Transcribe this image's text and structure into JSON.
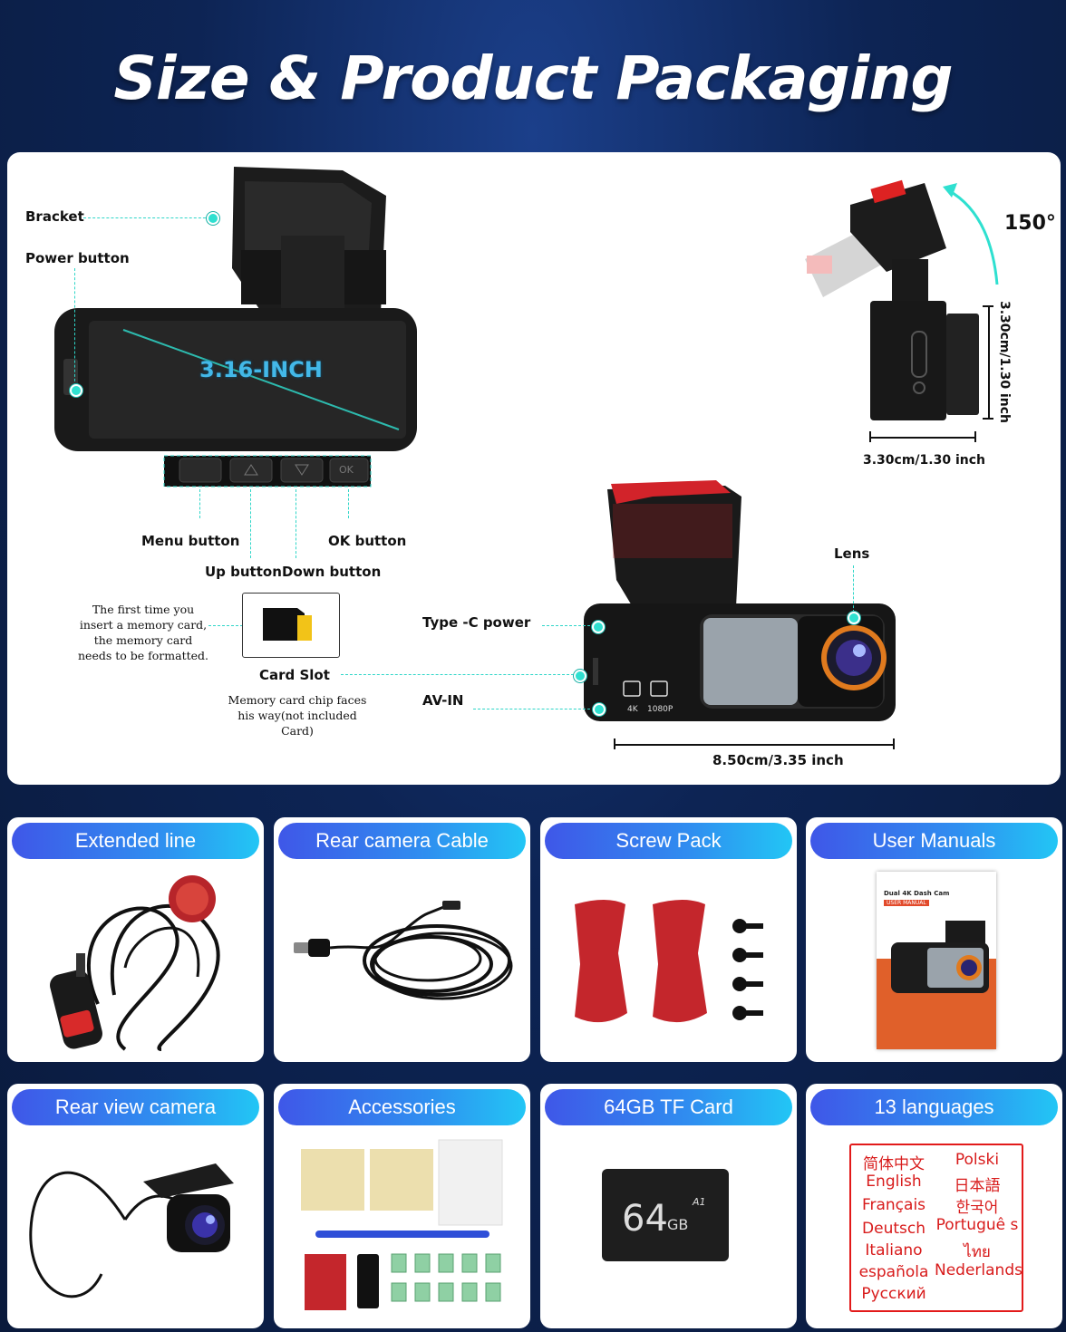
{
  "title": "Size & Product Packaging",
  "top": {
    "bracket": "Bracket",
    "power_button": "Power button",
    "screen_size": "3.16-INCH",
    "menu_button": "Menu button",
    "up_button": "Up button",
    "down_button": "Down button",
    "ok_button": "OK button",
    "memory_note": "The first time you insert a memory card, the memory card needs to be formatted.",
    "card_slot": "Card Slot",
    "chip_note": "Memory card chip faces his way(not included Card)",
    "typec": "Type -C power",
    "avin": "AV-IN",
    "lens": "Lens",
    "angle": "150°",
    "height": "3.30cm/1.30 inch",
    "depth": "3.30cm/1.30 inch",
    "width": "8.50cm/3.35 inch",
    "btn_ok": "OK",
    "res_4k": "4K",
    "res_1080": "1080P"
  },
  "cards": [
    {
      "title": "Extended line"
    },
    {
      "title": "Rear camera Cable"
    },
    {
      "title": "Screw Pack"
    },
    {
      "title": "User Manuals"
    },
    {
      "title": "Rear view camera"
    },
    {
      "title": "Accessories"
    },
    {
      "title": "64GB TF Card"
    },
    {
      "title": "13 languages"
    }
  ],
  "manual": {
    "heading": "Dual 4K Dash Cam",
    "sub": "USER MANUAL"
  },
  "sdcard": {
    "capacity": "64",
    "unit": "GB",
    "class": "A1"
  },
  "languages_left": [
    "简体中文",
    "English",
    "Français",
    "Deutsch",
    "Italiano",
    "española",
    "Русский"
  ],
  "languages_right": [
    "Polski",
    "日本語",
    "한국어",
    "Portuguê s",
    "ไทย",
    "Nederlands"
  ]
}
